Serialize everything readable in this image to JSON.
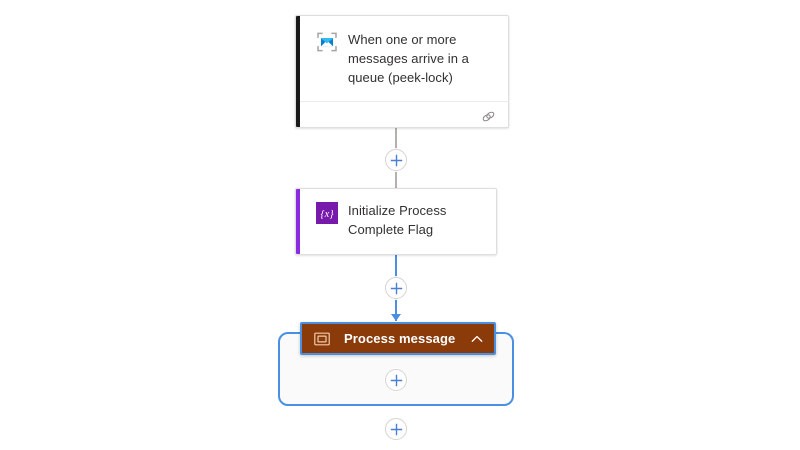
{
  "canvas": {
    "background": "#ffffff"
  },
  "colors": {
    "trigger_accent": "#1a1a1a",
    "variable_accent": "#8a2be2",
    "scope_header_fill": "#8b3a0a",
    "selection_border": "#4a90e2",
    "connector_default": "#b3b0ad",
    "connector_active": "#4a90e2",
    "plus_glyph": "#4a7fd4",
    "card_text": "#323130"
  },
  "nodes": {
    "trigger": {
      "title": "When one or more messages arrive in a queue (peek-lock)",
      "icon": "service-bus-queue-icon",
      "accent_color": "#1a1a1a",
      "footer_icon": "chain-link-icon"
    },
    "initialize_variable": {
      "title": "Initialize Process Complete Flag",
      "icon": "variables-braces-icon",
      "icon_glyph": "{x}",
      "accent_color": "#8a2be2"
    },
    "scope": {
      "title": "Process message",
      "icon": "scope-container-icon",
      "collapse_icon": "chevron-up-icon",
      "header_color": "#8b3a0a",
      "selected": true
    }
  },
  "connectors": [
    {
      "name": "trigger-to-initialize",
      "state": "default",
      "color": "#b3b0ad",
      "has_arrow": false
    },
    {
      "name": "initialize-to-scope",
      "state": "active",
      "color": "#4a90e2",
      "has_arrow": true
    }
  ],
  "add_buttons": [
    {
      "name": "insert-between-trigger-and-initialize",
      "label": "+"
    },
    {
      "name": "insert-between-initialize-and-scope",
      "label": "+"
    },
    {
      "name": "insert-inside-scope",
      "label": "+"
    },
    {
      "name": "insert-after-scope",
      "label": "+"
    }
  ]
}
